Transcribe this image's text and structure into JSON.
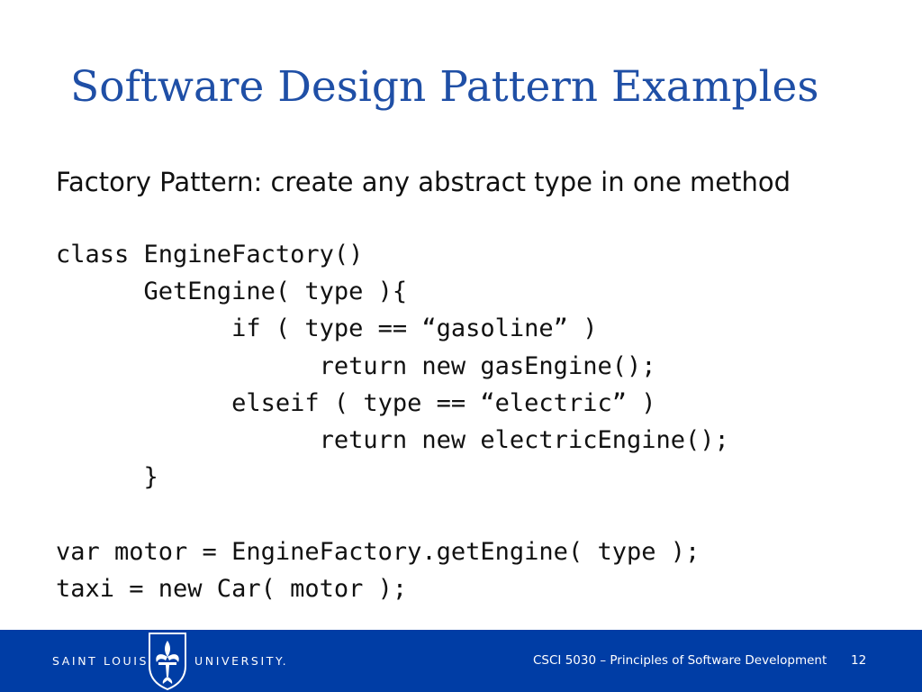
{
  "slide": {
    "title": "Software Design Pattern Examples",
    "subtitle": "Factory Pattern: create any abstract type in one method",
    "code_lines": [
      "class EngineFactory()",
      "      GetEngine( type ){",
      "            if ( type == “gasoline” )",
      "                  return new gasEngine();",
      "            elseif ( type == “electric” )",
      "                  return new electricEngine();",
      "      }",
      "",
      "var motor = EngineFactory.getEngine( type );",
      "taxi = new Car( motor );"
    ]
  },
  "footer": {
    "wordmark_left": "SAINT LOUIS",
    "wordmark_right": "UNIVERSITY.",
    "course": "CSCI 5030 – Principles of Software Development",
    "page_number": "12",
    "logo_icon": "fleur-de-lis-shield-icon",
    "colors": {
      "footer_bg": "#003da5",
      "title": "#1f4fa6"
    }
  }
}
